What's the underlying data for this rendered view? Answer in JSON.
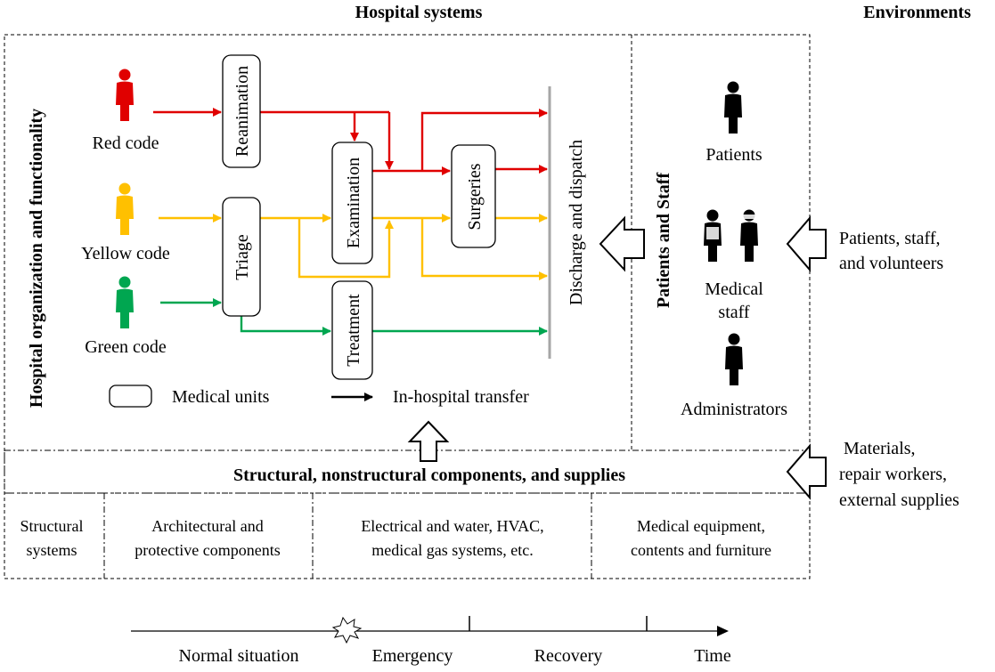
{
  "headers": {
    "hospital_systems": "Hospital systems",
    "environments": "Environments"
  },
  "side_labels": {
    "hospital_org": "Hospital organization and functionality",
    "patients_staff": "Patients and Staff"
  },
  "codes": {
    "red": "Red code",
    "yellow": "Yellow code",
    "green": "Green code"
  },
  "units": {
    "reanimation": "Reanimation",
    "triage": "Triage",
    "examination": "Examination",
    "surgeries": "Surgeries",
    "treatment": "Treatment",
    "discharge": "Discharge and dispatch"
  },
  "legend": {
    "medical_units": "Medical units",
    "transfer": "In-hospital transfer"
  },
  "people": {
    "patients": "Patients",
    "medical_staff_line1": "Medical",
    "medical_staff_line2": "staff",
    "administrators": "Administrators"
  },
  "inputs": {
    "psv_line1": "Patients, staff,",
    "psv_line2": "and volunteers",
    "mat_line1": "Materials,",
    "mat_line2": "repair workers,",
    "mat_line3": "external supplies"
  },
  "components": {
    "title": "Structural, nonstructural components, and supplies",
    "c1_line1": "Structural",
    "c1_line2": "systems",
    "c2_line1": "Architectural and",
    "c2_line2": "protective components",
    "c3_line1": "Electrical and water, HVAC,",
    "c3_line2": "medical gas systems, etc.",
    "c4_line1": "Medical equipment,",
    "c4_line2": "contents and furniture"
  },
  "timeline": {
    "normal": "Normal situation",
    "emergency": "Emergency",
    "recovery": "Recovery",
    "time": "Time"
  },
  "colors": {
    "red_code": "#e00000",
    "yellow_code": "#ffc000",
    "green_code": "#00a650"
  }
}
